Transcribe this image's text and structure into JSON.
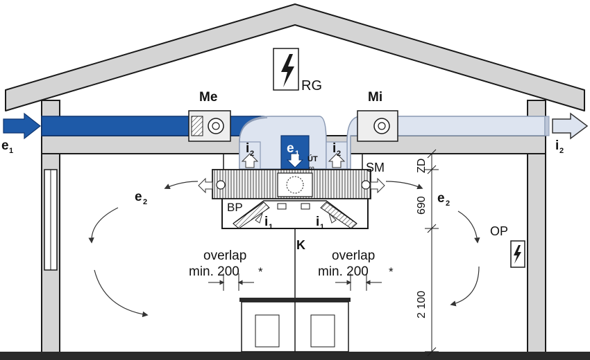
{
  "labels": {
    "rg": "RG",
    "me": "Me",
    "mi": "Mi",
    "e1": "e",
    "e1_sub": "1",
    "i2": "i",
    "i2_sub": "2",
    "e2": "e",
    "e2_sub": "2",
    "i1": "i",
    "i1_sub": "1",
    "ut": "ÚT",
    "ut_sym": "∞",
    "sm": "SM",
    "bp": "BP",
    "k": "K",
    "op": "OP",
    "overlap": "overlap",
    "min200": "min. 200",
    "asterisk": "*",
    "zd": "ZD",
    "dim690": "690",
    "dim2100": "2 100"
  },
  "colors": {
    "wall_fill": "#d4d4d4",
    "line": "#1a1a1a",
    "outdoor_duct": "#1e5aa8",
    "indoor_duct": "#dde4f0",
    "duct_outline": "#8a99b3"
  },
  "icons": {
    "electric": "lightning-bolt-icon",
    "fan": "fan-icon",
    "arrow": "airflow-arrow-icon"
  }
}
